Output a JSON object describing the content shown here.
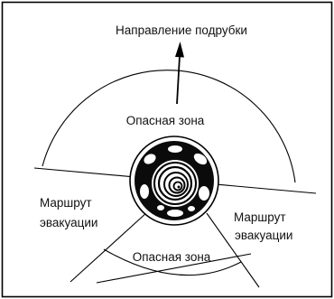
{
  "diagram": {
    "felling_direction_label": "Направление подрубки",
    "danger_zone_top_label": "Опасная зона",
    "danger_zone_bottom_label": "Опасная зона",
    "escape_route_left_line1": "Маршрут",
    "escape_route_left_line2": "эвакуации",
    "escape_route_right_line1": "Маршрут",
    "escape_route_right_line2": "эвакуации",
    "line_color": "#000000",
    "background_color": "#ffffff"
  }
}
